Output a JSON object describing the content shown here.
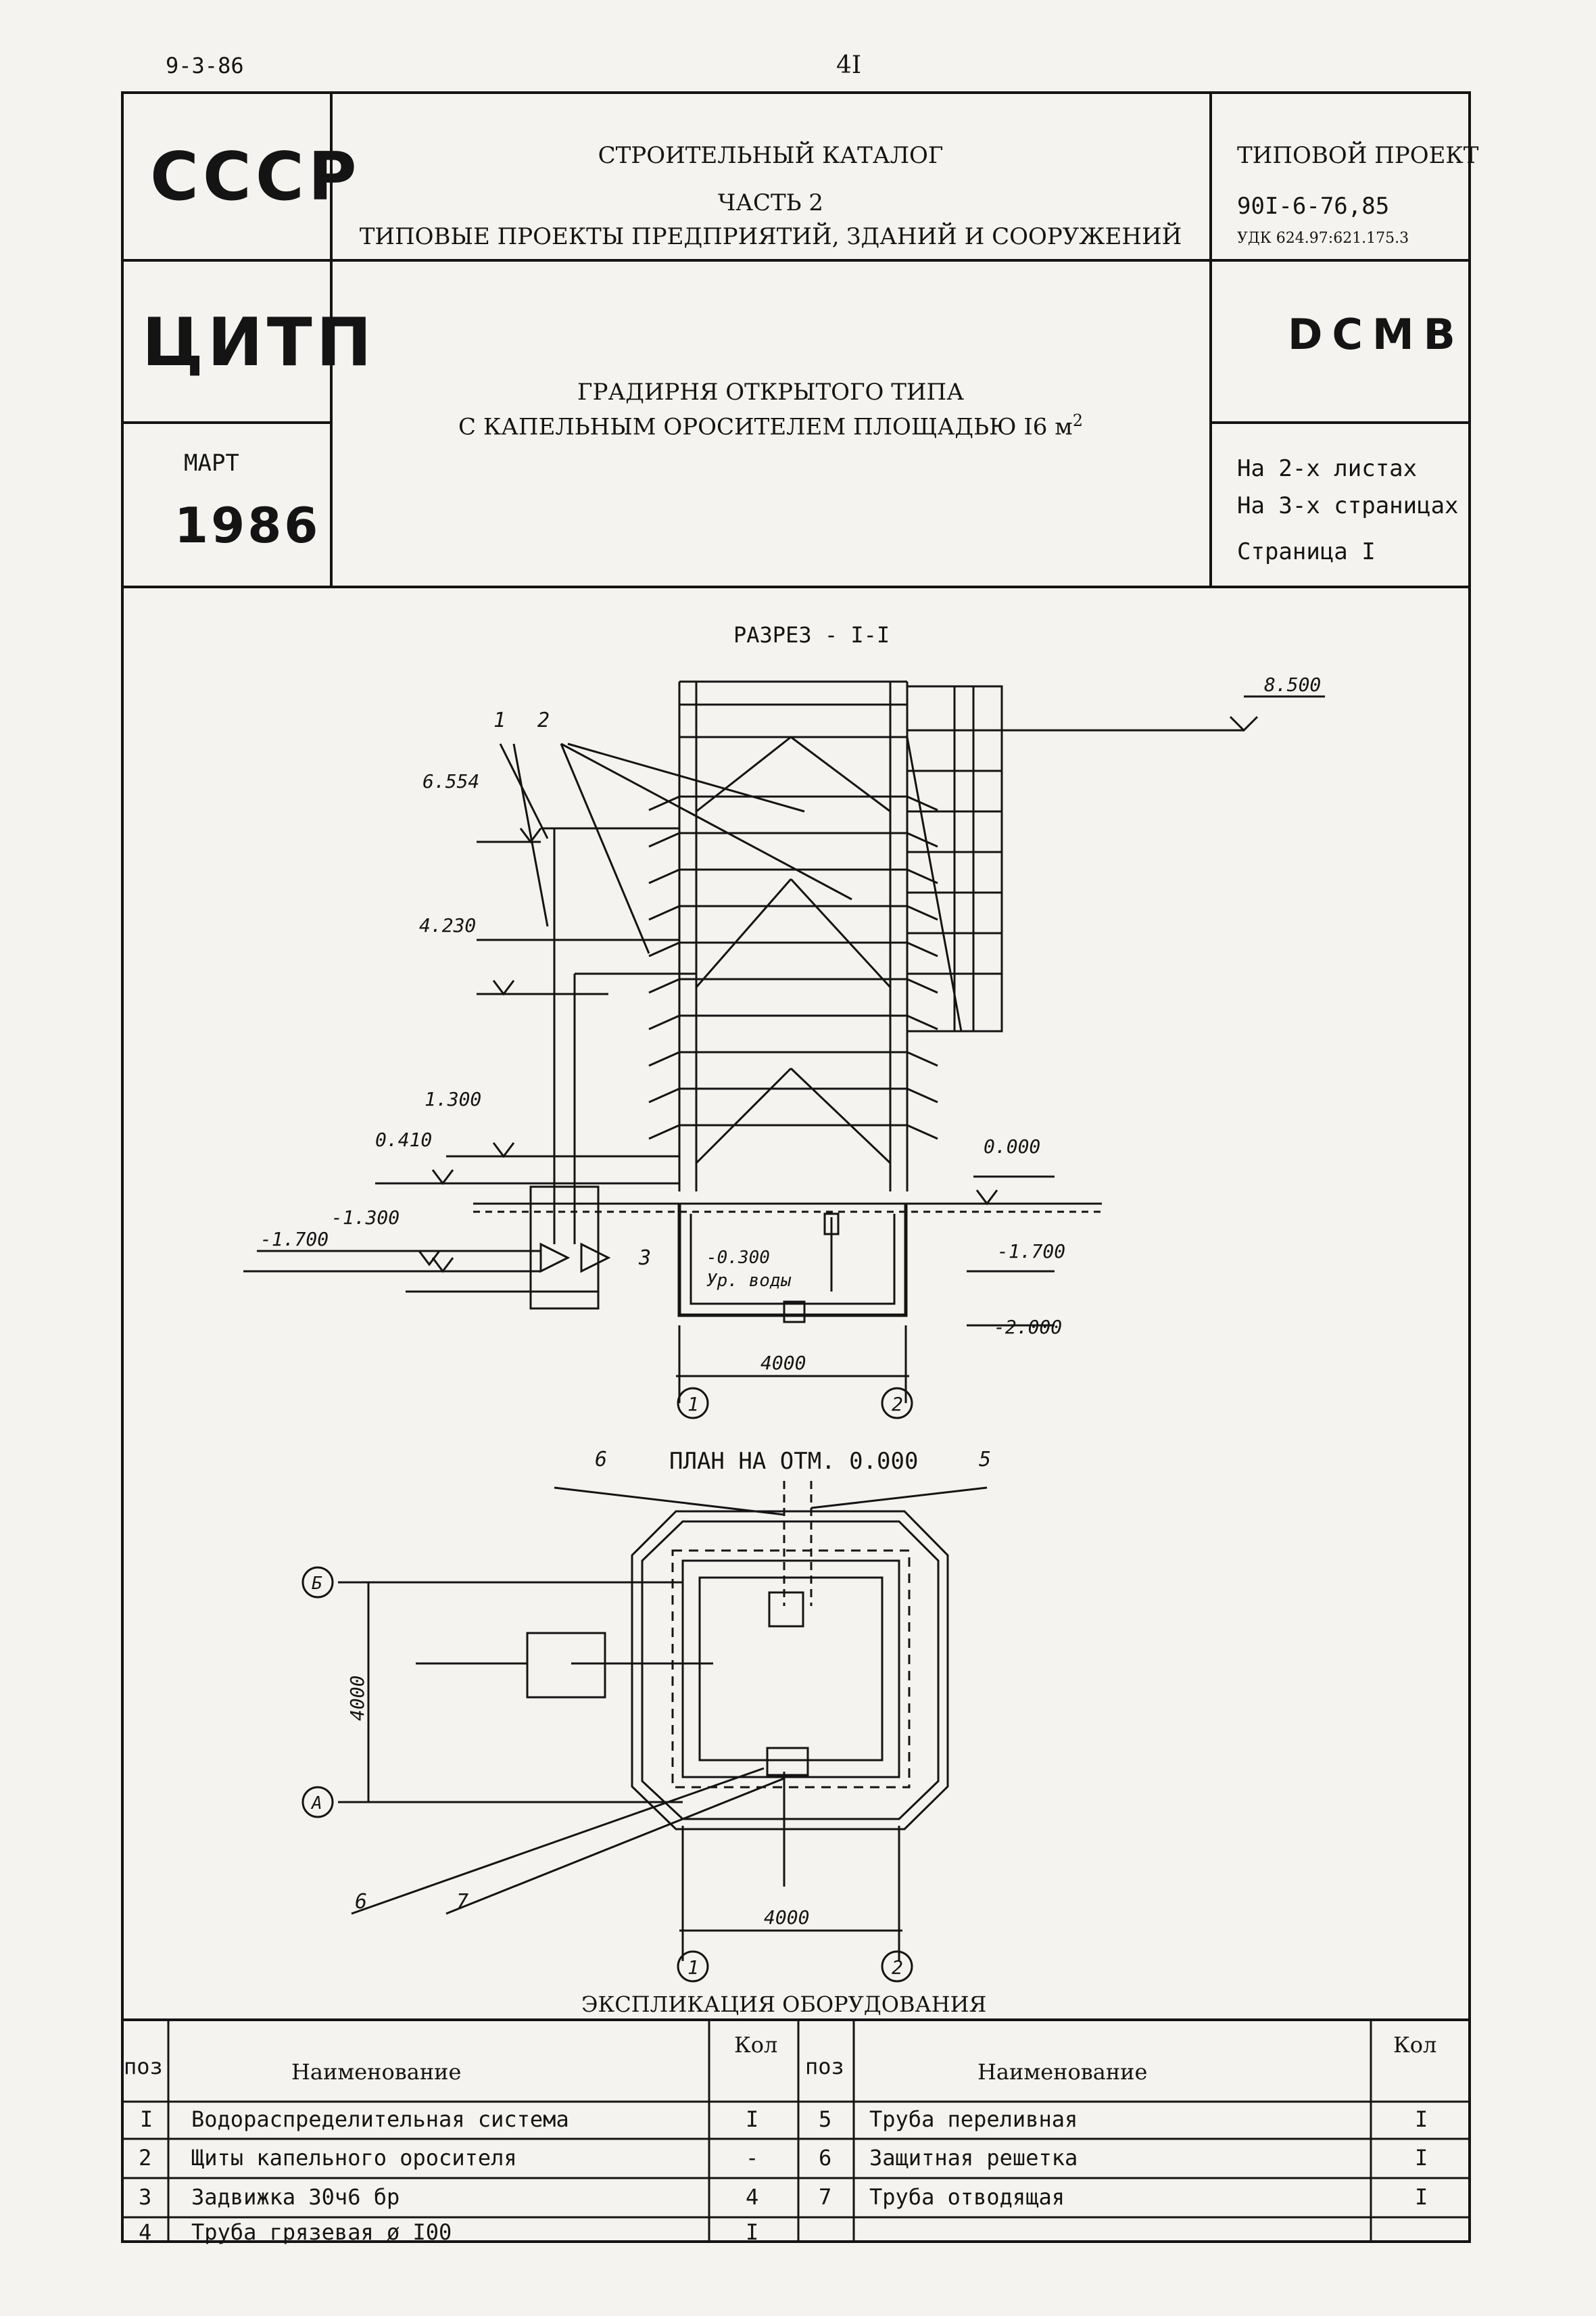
{
  "page": {
    "date_code": "9-3-86",
    "page_number": "4I"
  },
  "header": {
    "org1": "СССР",
    "org2": "ЦИТП",
    "month": "МАРТ",
    "year": "1986",
    "catalog_line1": "СТРОИТЕЛЬНЫЙ КАТАЛОГ",
    "catalog_line2": "ЧАСТЬ  2",
    "catalog_line3": "ТИПОВЫЕ ПРОЕКТЫ ПРЕДПРИЯТИЙ, ЗДАНИЙ И СООРУЖЕНИЙ",
    "title_line1": "ГРАДИРНЯ ОТКРЫТОГО ТИПА",
    "title_line2": "С КАПЕЛЬНЫМ ОРОСИТЕЛЕМ ПЛОЩАДЬЮ I6 м",
    "title_sup": "2",
    "project_label": "ТИПОВОЙ ПРОЕКТ",
    "project_code": "90I-6-76,85",
    "udk": "УДК 624.97:621.175.3",
    "logo_text": "DCMB",
    "sheets": "На 2-х листах",
    "pages": "На 3-х страницах",
    "page_label": "Страница I"
  },
  "section": {
    "title": "РАЗРЕЗ - I-I",
    "marks": [
      "8.500",
      "6.554",
      "4.230",
      "1.300",
      "0.410",
      "0.000",
      "-1.300",
      "-1.700",
      "-0.300",
      "Ур. воды",
      "-1.700",
      "-2.000"
    ],
    "callouts": [
      "1",
      "2",
      "3"
    ],
    "dimension": "4000",
    "axes": [
      "1",
      "2"
    ]
  },
  "plan": {
    "title": "ПЛАН НА ОТМ. 0.000",
    "callouts": [
      "6",
      "5",
      "6",
      "7"
    ],
    "dimension_v": "4000",
    "dimension_h": "4000",
    "axes_rows": [
      "Б",
      "А"
    ],
    "axes_cols": [
      "1",
      "2"
    ]
  },
  "equipment": {
    "title": "ЭКСПЛИКАЦИЯ  ОБОРУДОВАНИЯ",
    "headers": {
      "pos": "поз",
      "name": "Наименование",
      "qty": "Кол"
    },
    "left": [
      {
        "pos": "I",
        "name": "Водораспределительная система",
        "qty": "I"
      },
      {
        "pos": "2",
        "name": "Щиты капельного оросителя",
        "qty": "-"
      },
      {
        "pos": "3",
        "name": "Задвижка 30ч6 бр",
        "qty": "4"
      },
      {
        "pos": "4",
        "name": "Труба грязевая ø I00",
        "qty": "I"
      }
    ],
    "right": [
      {
        "pos": "5",
        "name": "Труба переливная",
        "qty": "I"
      },
      {
        "pos": "6",
        "name": "Защитная решетка",
        "qty": "I"
      },
      {
        "pos": "7",
        "name": "Труба отводящая",
        "qty": "I"
      }
    ]
  },
  "colors": {
    "ink": "#141414",
    "paper": "#f4f3ef"
  }
}
